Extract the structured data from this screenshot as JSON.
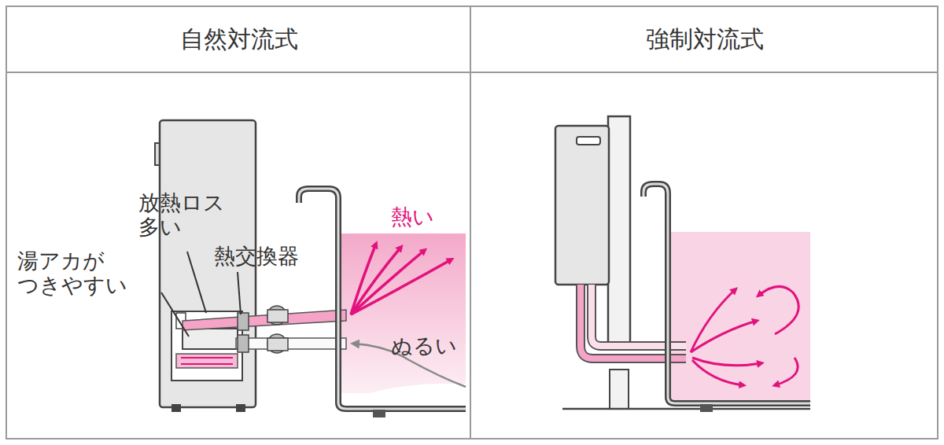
{
  "diagram": {
    "nodes": [
      {
        "text": [
          "自然対流式"
        ]
      },
      {
        "text": [
          "強制対流式"
        ]
      }
    ],
    "labels": [
      "放熱ロス 多い",
      "湯アカが つきやすい",
      "熱交換器",
      "熱い",
      "ぬるい"
    ]
  }
}
